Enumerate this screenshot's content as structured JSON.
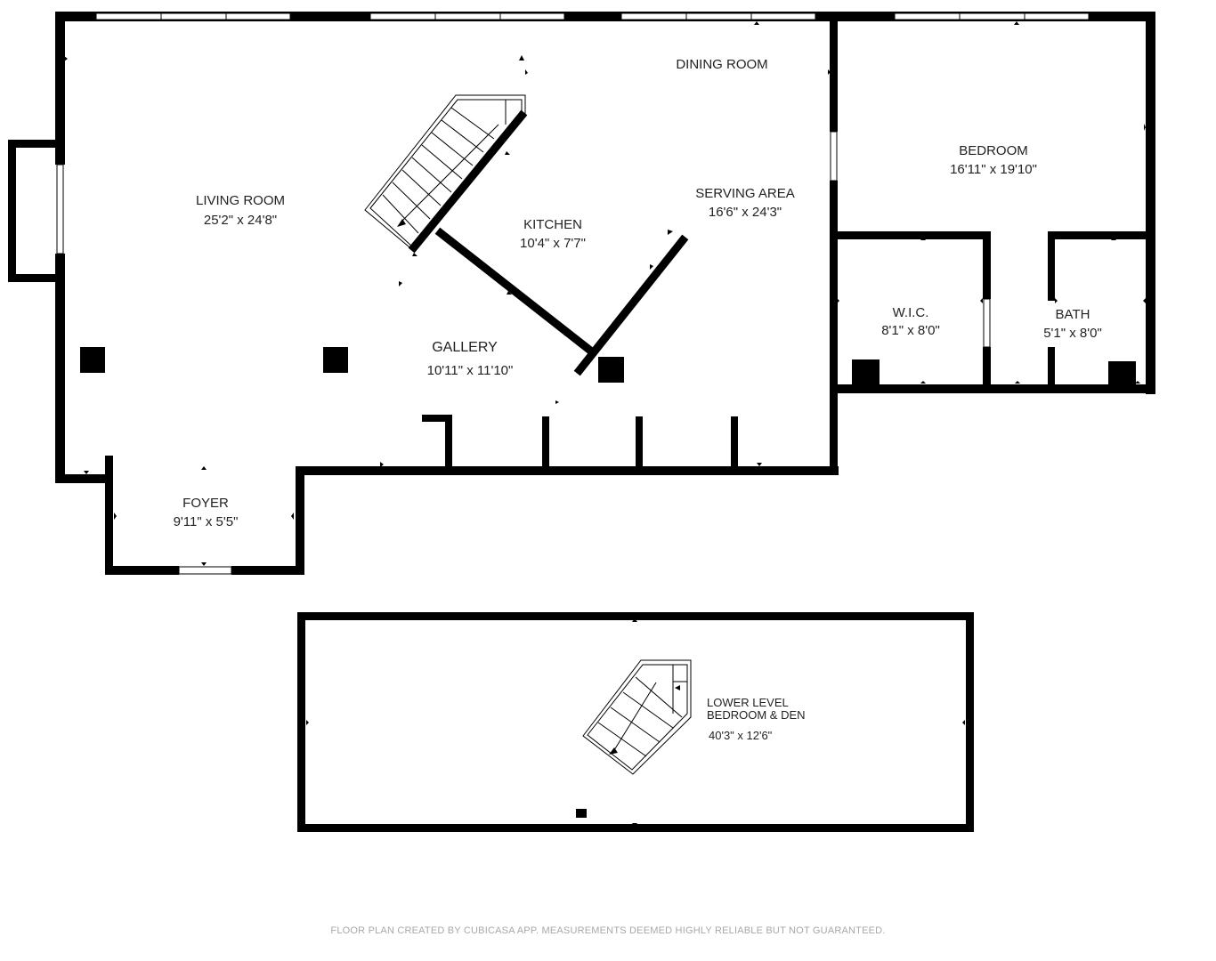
{
  "rooms": {
    "dining_room": {
      "name": "DINING ROOM"
    },
    "living_room": {
      "name": "LIVING ROOM",
      "dims": "25'2\" x 24'8\""
    },
    "kitchen": {
      "name": "KITCHEN",
      "dims": "10'4\" x 7'7\""
    },
    "serving_area": {
      "name": "SERVING AREA",
      "dims": "16'6\" x 24'3\""
    },
    "bedroom": {
      "name": "BEDROOM",
      "dims": "16'11\" x 19'10\""
    },
    "wic": {
      "name": "W.I.C.",
      "dims": "8'1\" x 8'0\""
    },
    "bath": {
      "name": "BATH",
      "dims": "5'1\" x 8'0\""
    },
    "gallery": {
      "name": "GALLERY",
      "dims": "10'11\" x 11'10\""
    },
    "foyer": {
      "name": "FOYER",
      "dims": "9'11\" x 5'5\""
    },
    "lower_level": {
      "name_line1": "LOWER LEVEL",
      "name_line2": "BEDROOM & DEN",
      "dims": "40'3\" x 12'6\""
    }
  },
  "footer": {
    "disclaimer": "FLOOR PLAN CREATED BY CUBICASA APP. MEASUREMENTS DEEMED HIGHLY RELIABLE BUT NOT GUARANTEED."
  },
  "colors": {
    "wall": "#000000",
    "background": "#ffffff",
    "footer_text": "#a8a8a8"
  }
}
